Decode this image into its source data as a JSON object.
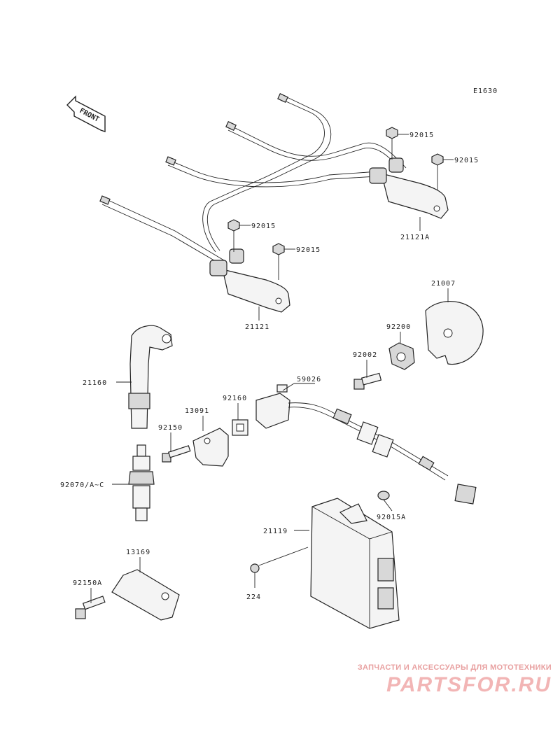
{
  "diagram_code": "E1630",
  "front_label": "FRONT",
  "parts": {
    "p92015_a": "92015",
    "p92015_b": "92015",
    "p92015_c": "92015",
    "p92015_d": "92015",
    "p21121a": "21121A",
    "p21121": "21121",
    "p21007": "21007",
    "p92200": "92200",
    "p92002": "92002",
    "p59026": "59026",
    "p21160": "21160",
    "p92160": "92160",
    "p13091": "13091",
    "p92150": "92150",
    "p92070": "92070/A~C",
    "p92015a": "92015A",
    "p21119": "21119",
    "p13169": "13169",
    "p92150a": "92150A",
    "p224": "224"
  },
  "watermark": {
    "top_text": "ЗАПЧАСТИ И АКСЕССУАРЫ ДЛЯ МОТОТЕХНИКИ",
    "logo_text": "PARTSFOR.RU"
  }
}
